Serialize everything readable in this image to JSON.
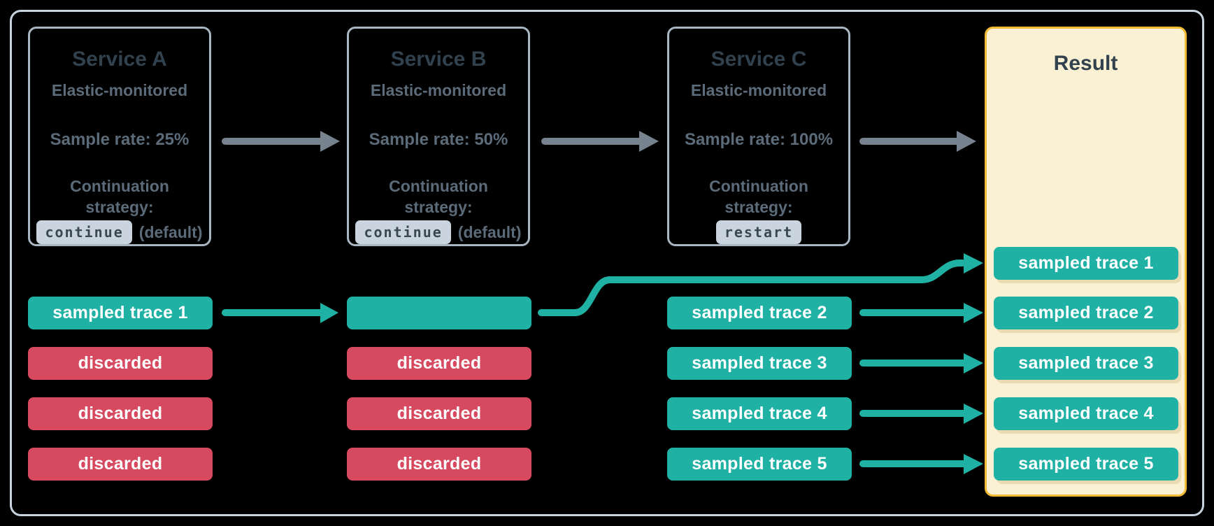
{
  "services": [
    {
      "title": "Service A",
      "subtitle": "Elastic-monitored",
      "sample_rate": "Sample rate: 25%",
      "strategy_line1": "Continuation",
      "strategy_line2": "strategy:",
      "strategy_value": "continue",
      "strategy_suffix": "(default)",
      "rows": [
        {
          "type": "sampled",
          "label": "sampled trace 1"
        },
        {
          "type": "discarded",
          "label": "discarded"
        },
        {
          "type": "discarded",
          "label": "discarded"
        },
        {
          "type": "discarded",
          "label": "discarded"
        }
      ]
    },
    {
      "title": "Service B",
      "subtitle": "Elastic-monitored",
      "sample_rate": "Sample rate: 50%",
      "strategy_line1": "Continuation",
      "strategy_line2": "strategy:",
      "strategy_value": "continue",
      "strategy_suffix": "(default)",
      "rows": [
        {
          "type": "sampled",
          "label": ""
        },
        {
          "type": "discarded",
          "label": "discarded"
        },
        {
          "type": "discarded",
          "label": "discarded"
        },
        {
          "type": "discarded",
          "label": "discarded"
        }
      ]
    },
    {
      "title": "Service C",
      "subtitle": "Elastic-monitored",
      "sample_rate": "Sample rate: 100%",
      "strategy_line1": "Continuation",
      "strategy_line2": "strategy:",
      "strategy_value": "restart",
      "strategy_suffix": "",
      "rows": [
        {
          "type": "sampled",
          "label": "sampled trace 2"
        },
        {
          "type": "sampled",
          "label": "sampled trace 3"
        },
        {
          "type": "sampled",
          "label": "sampled trace 4"
        },
        {
          "type": "sampled",
          "label": "sampled trace 5"
        }
      ]
    }
  ],
  "result": {
    "title": "Result",
    "rows": [
      "sampled trace 1",
      "sampled trace 2",
      "sampled trace 3",
      "sampled trace 4",
      "sampled trace 5"
    ]
  },
  "colors": {
    "sampled_teal": "#1fb2a4",
    "discarded_red": "#d6495f",
    "arrow_gray": "#76828e",
    "result_background": "#faf1d4",
    "result_border": "#f2ba35",
    "frame_border": "#c9d3dd",
    "box_border": "#a9b6c2",
    "title_text": "#31414d",
    "body_text": "#5c6b79",
    "code_chip_background": "#c9d4de"
  }
}
